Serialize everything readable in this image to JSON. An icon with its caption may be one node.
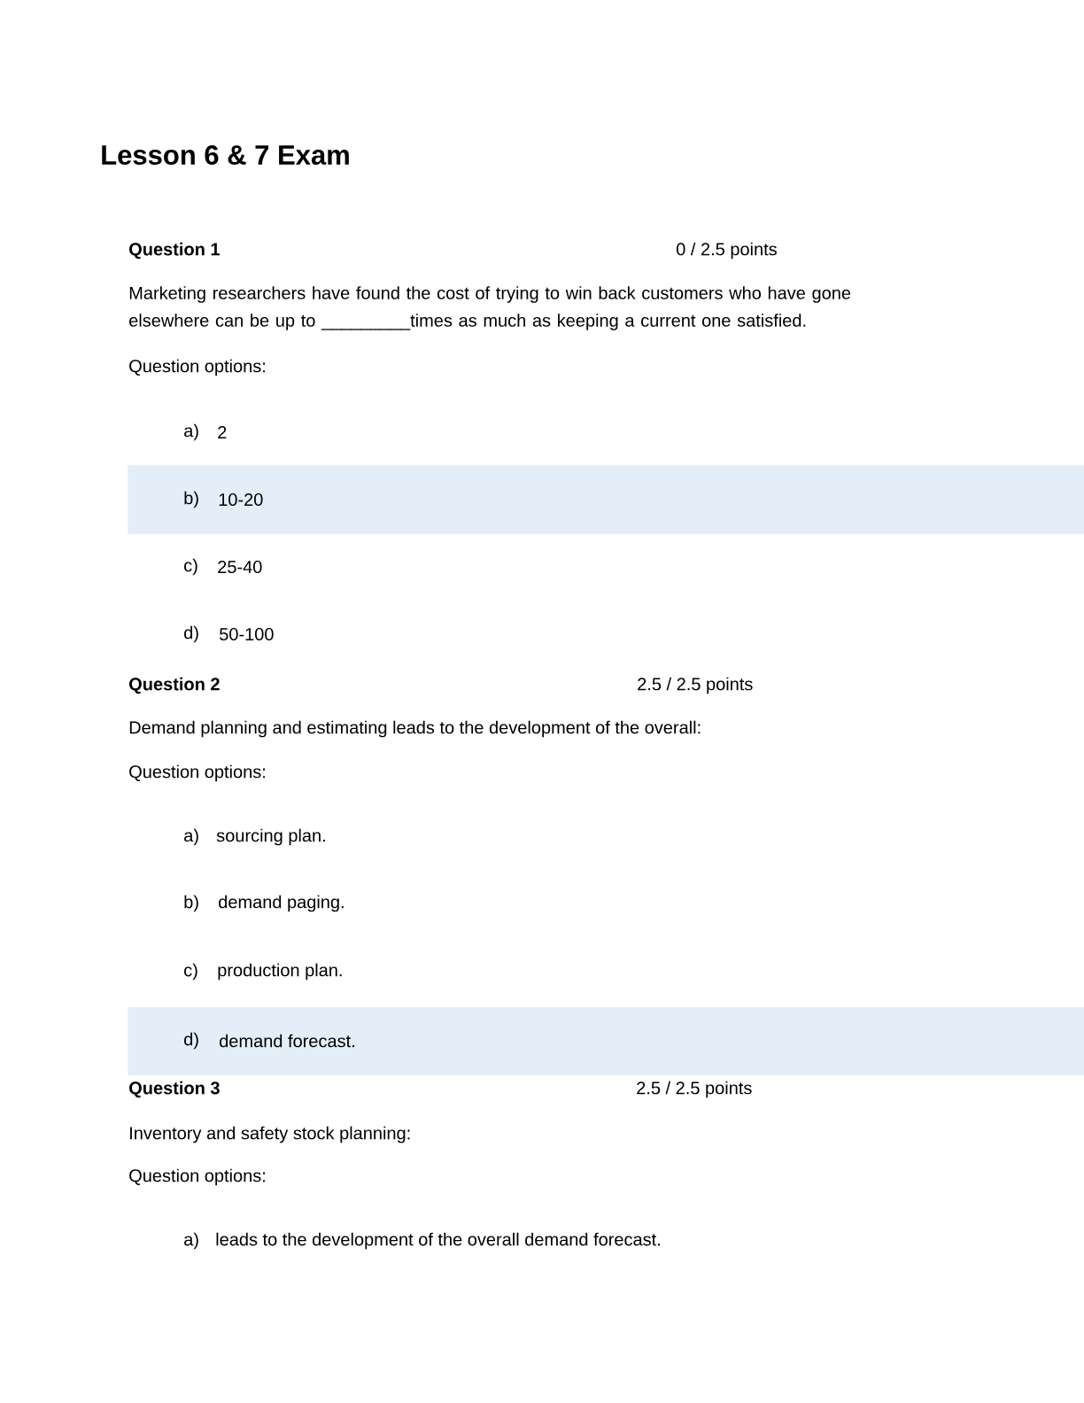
{
  "diagram": {
    "title": "Lesson 6 & 7 Exam",
    "nodes": [
      {
        "text": [
          "b)",
          "10-20"
        ]
      },
      {
        "text": [
          "d)",
          "demand forecast."
        ]
      }
    ],
    "edges": [],
    "labels": [
      "Question 1",
      "0 / 2.5 points",
      "Marketing researchers have found the cost of trying to win back customers who have gone elsewhere can be up to _________times as much as keeping a current one satisfied.",
      "Question options:",
      "a)",
      "2",
      "c)",
      "25-40",
      "d)",
      "50-100",
      "Question 2",
      "2.5 / 2.5 points",
      "Demand planning and estimating leads to the development of the overall:",
      "Question options:",
      "a)",
      "sourcing plan.",
      "b)",
      "demand paging.",
      "c)",
      "production plan.",
      "Question 3",
      "2.5 / 2.5 points",
      "Inventory and safety stock planning:",
      "Question options:",
      "a)",
      "leads to the development of the overall demand forecast."
    ]
  }
}
